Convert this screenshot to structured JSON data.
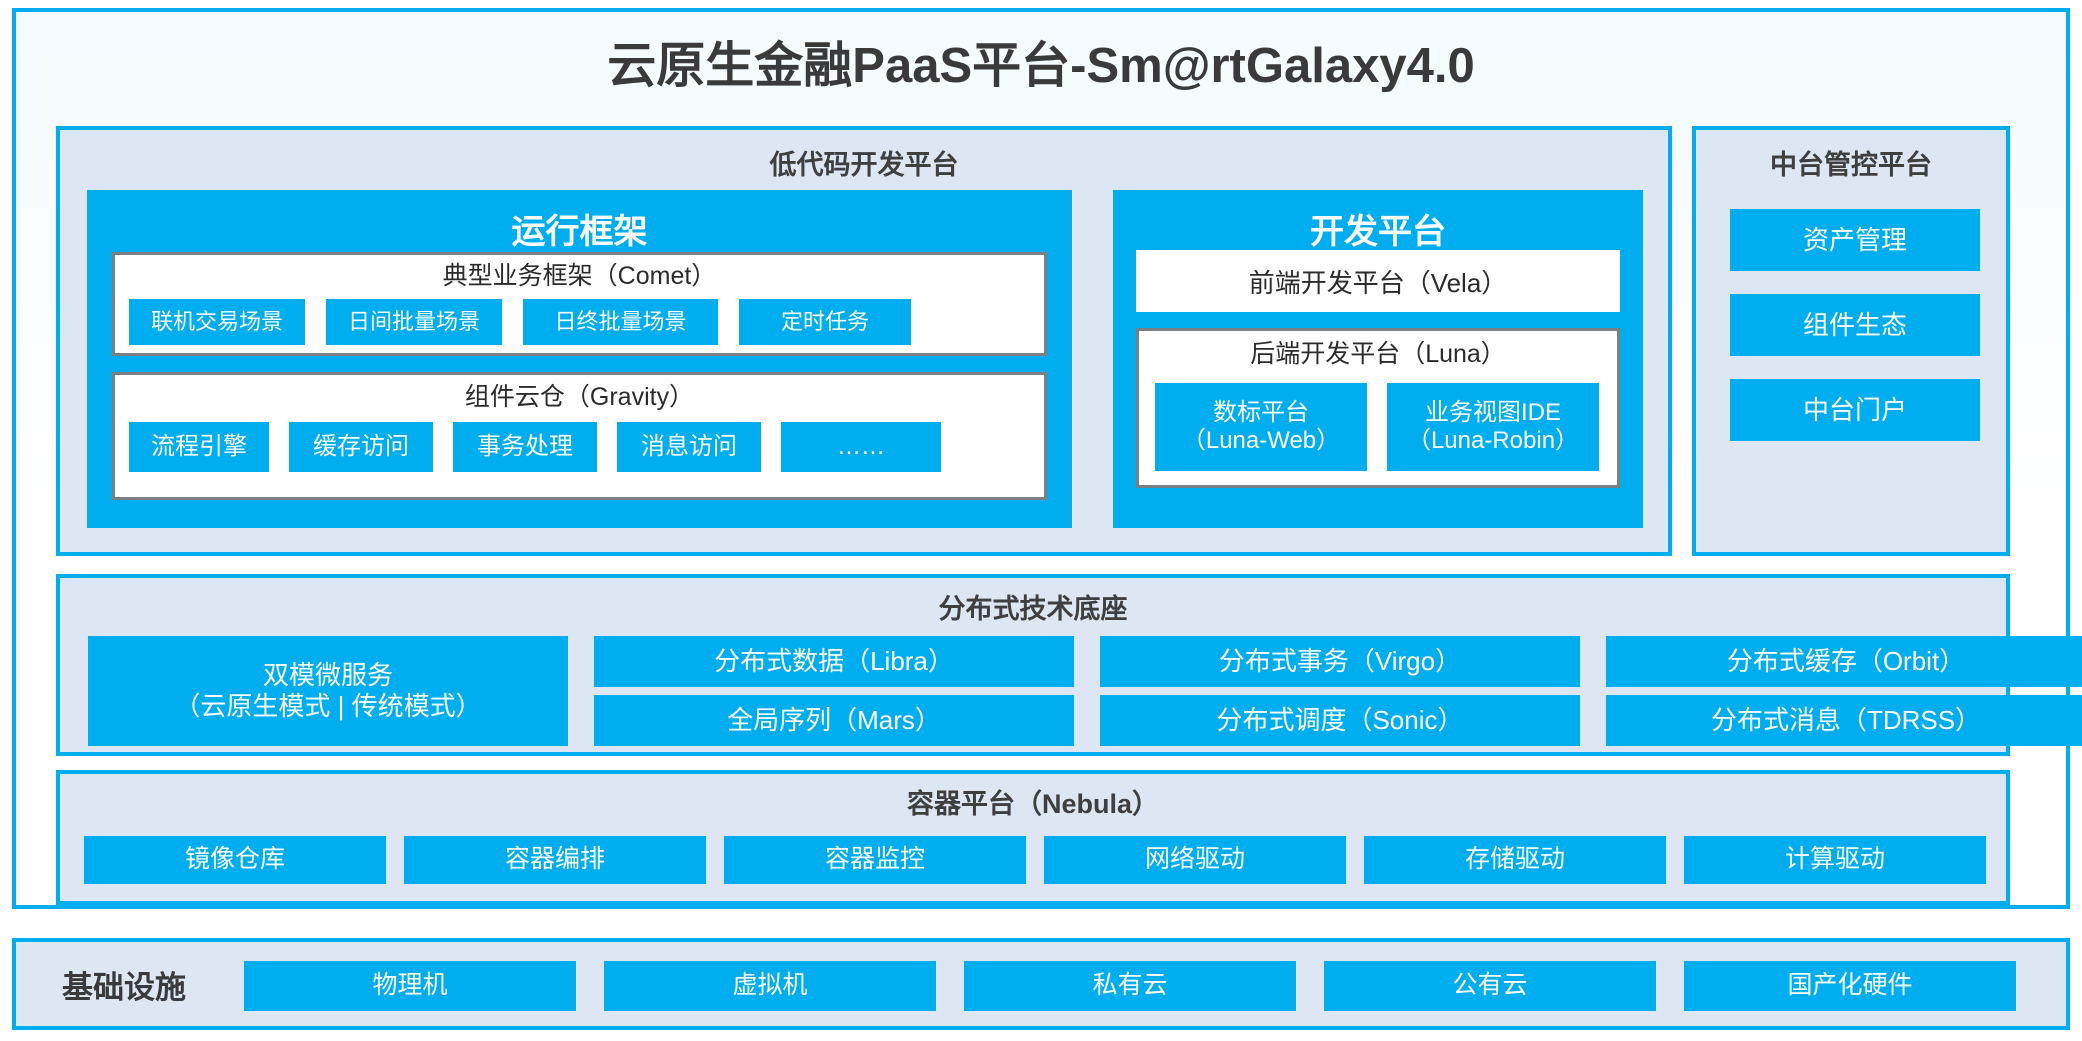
{
  "title": "云原生金融PaaS平台-Sm@rtGalaxy4.0",
  "colors": {
    "accent": "#00AEEF",
    "tile": "#00ADEE",
    "panel_bg": "#dde7f3",
    "text_dark": "#3a3a3a",
    "tile_text": "#ffffff",
    "box_border": "#7a7f85"
  },
  "lowcode": {
    "title": "低代码开发平台",
    "runtime": {
      "title": "运行框架",
      "comet": {
        "title": "典型业务框架（Comet）",
        "items": [
          "联机交易场景",
          "日间批量场景",
          "日终批量场景",
          "定时任务"
        ]
      },
      "gravity": {
        "title": "组件云仓（Gravity）",
        "items": [
          "流程引擎",
          "缓存访问",
          "事务处理",
          "消息访问",
          "……"
        ]
      }
    },
    "devplatform": {
      "title": "开发平台",
      "frontend": "前端开发平台（Vela）",
      "backend": {
        "title": "后端开发平台（Luna）",
        "items": [
          {
            "name": "数标平台",
            "code": "（Luna-Web）"
          },
          {
            "name": "业务视图IDE",
            "code": "（Luna-Robin）"
          }
        ]
      }
    }
  },
  "midend": {
    "title": "中台管控平台",
    "items": [
      "资产管理",
      "组件生态",
      "中台门户"
    ]
  },
  "distributed": {
    "title": "分布式技术底座",
    "microservice": {
      "name": "双模微服务",
      "mode": "（云原生模式 | 传统模式）"
    },
    "columns": [
      [
        "分布式数据（Libra）",
        "全局序列（Mars）"
      ],
      [
        "分布式事务（Virgo）",
        "分布式调度（Sonic）"
      ],
      [
        "分布式缓存（Orbit）",
        "分布式消息（TDRSS）"
      ]
    ]
  },
  "container": {
    "title": "容器平台（Nebula）",
    "items": [
      "镜像仓库",
      "容器编排",
      "容器监控",
      "网络驱动",
      "存储驱动",
      "计算驱动"
    ]
  },
  "infrastructure": {
    "label": "基础设施",
    "items": [
      "物理机",
      "虚拟机",
      "私有云",
      "公有云",
      "国产化硬件"
    ]
  }
}
